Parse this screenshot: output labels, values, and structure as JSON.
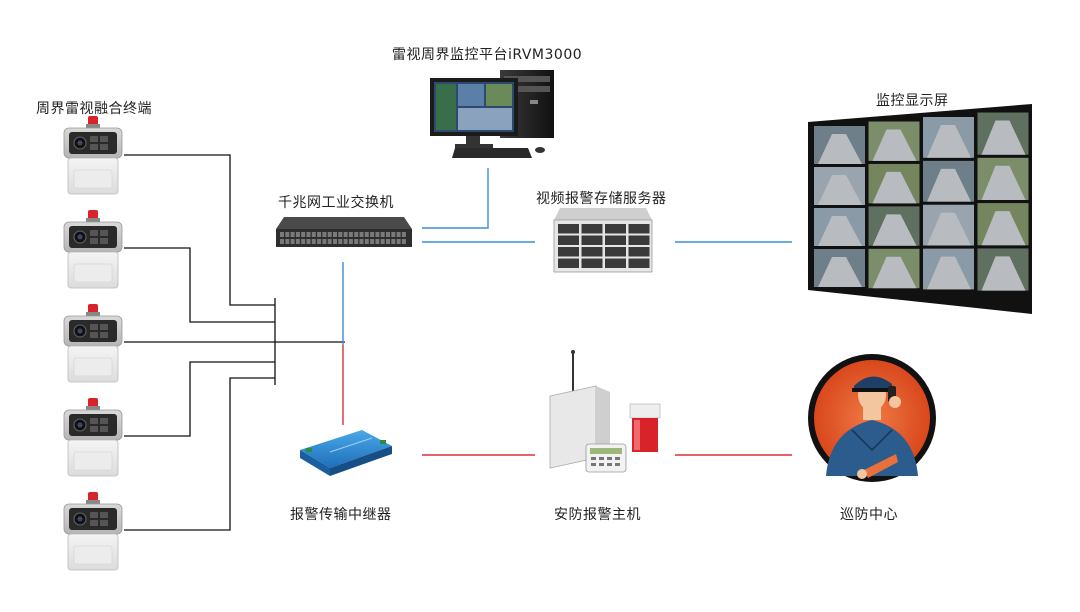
{
  "labels": {
    "terminals": "周界雷视融合终端",
    "platform": "雷视周界监控平台iRVM3000",
    "switch": "千兆网工业交换机",
    "storage": "视频报警存储服务器",
    "display": "监控显示屏",
    "relay": "报警传输中继器",
    "alarm_host": "安防报警主机",
    "patrol": "巡防中心"
  },
  "colors": {
    "network_line": "#3a8fd8",
    "alarm_line": "#d8323c",
    "camera_line": "#111111",
    "beacon": "#d8232a",
    "patrol_bg": "#e85a2a"
  },
  "terminal_count": 5
}
